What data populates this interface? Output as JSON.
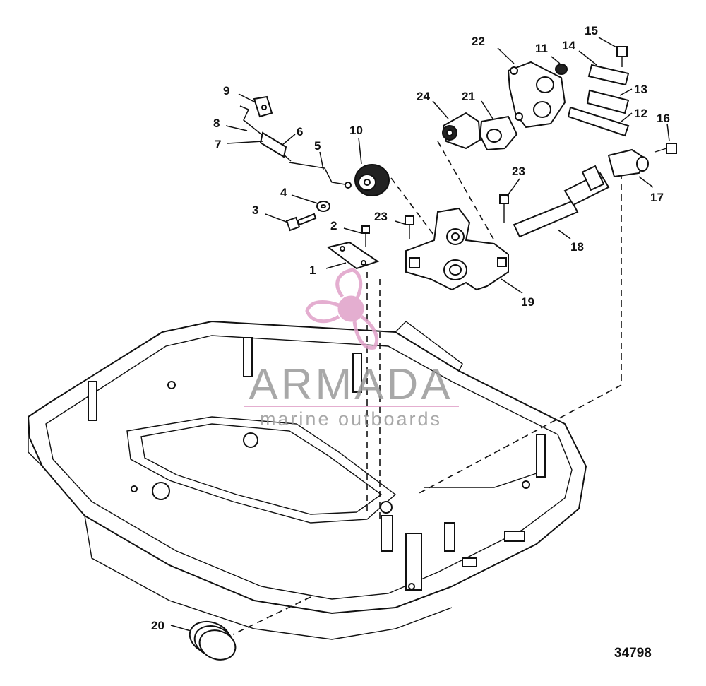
{
  "diagram": {
    "figure_number": "34798",
    "callouts": [
      "1",
      "2",
      "3",
      "4",
      "5",
      "6",
      "7",
      "8",
      "9",
      "10",
      "11",
      "12",
      "13",
      "14",
      "15",
      "16",
      "17",
      "18",
      "19",
      "20",
      "21",
      "22",
      "23",
      "23",
      "24"
    ]
  },
  "watermark": {
    "brand": "ARMADA",
    "tagline": "marine outboards",
    "color": "#e0a0c8"
  }
}
